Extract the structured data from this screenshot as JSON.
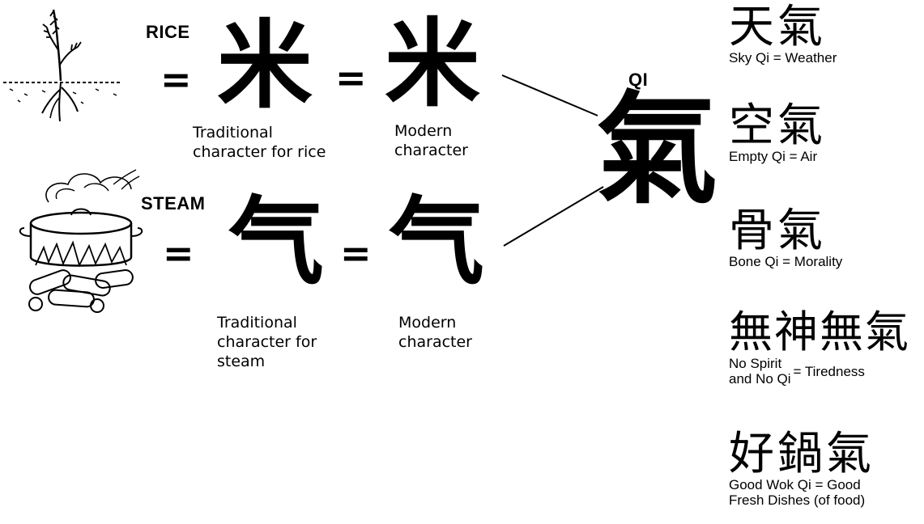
{
  "labels": {
    "rice": "RICE",
    "steam": "STEAM",
    "qi": "QI",
    "equals": "="
  },
  "characters": {
    "rice_traditional": "米",
    "rice_modern": "米",
    "steam_traditional": "气",
    "steam_modern": "气",
    "qi": "氣"
  },
  "captions": {
    "rice_traditional": "Traditional\ncharacter for rice",
    "rice_modern": "Modern\ncharacter",
    "steam_traditional": "Traditional\ncharacter for\nsteam",
    "steam_modern": "Modern\ncharacter"
  },
  "phrases": [
    {
      "hanzi": "天氣",
      "caption": "Sky Qi = Weather"
    },
    {
      "hanzi": "空氣",
      "caption": "Empty Qi = Air"
    },
    {
      "hanzi": "骨氣",
      "caption": "Bone Qi = Morality"
    },
    {
      "hanzi": "無神無氣",
      "caption_line1": "No Spirit",
      "caption_line2": "and No Qi",
      "caption_result": "= Tiredness"
    },
    {
      "hanzi": "好鍋氣",
      "caption_line1": "Good Wok Qi = Good",
      "caption_line2": "Fresh Dishes (of food)"
    }
  ]
}
